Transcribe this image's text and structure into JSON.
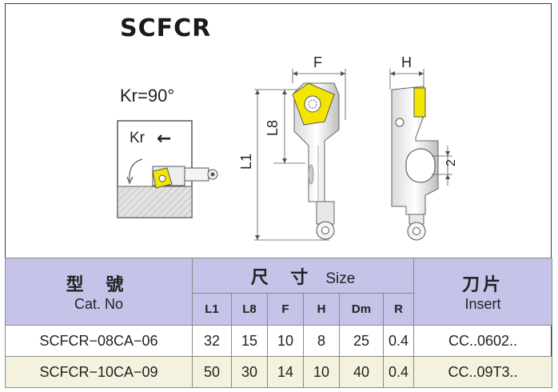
{
  "title": "SCFCR",
  "kr_angle": "Kr=90°",
  "diagram": {
    "kr_label": "Kr",
    "kr_arrow": "←",
    "dim_f": "F",
    "dim_h": "H",
    "dim_l1": "L1",
    "dim_l8": "L8",
    "dim_2": "2"
  },
  "table": {
    "col_model_cn": "型 號",
    "col_model_en": "Cat. No",
    "col_size_cn": "尺 寸",
    "col_size_en": "Size",
    "col_insert_cn": "刀片",
    "col_insert_en": "Insert",
    "size_columns": [
      "L1",
      "L8",
      "F",
      "H",
      "Dm",
      "R"
    ],
    "rows": [
      {
        "cat": "SCFCR−08CA−06",
        "L1": "32",
        "L8": "15",
        "F": "10",
        "H": "8",
        "Dm": "25",
        "R": "0.4",
        "insert": "CC..0602.."
      },
      {
        "cat": "SCFCR−10CA−09",
        "L1": "50",
        "L8": "30",
        "F": "14",
        "H": "10",
        "Dm": "40",
        "R": "0.4",
        "insert": "CC..09T3.."
      }
    ]
  },
  "colors": {
    "header_bg": "#c5c3e8",
    "row_highlight": "#f4f1de",
    "insert_yellow": "#f2e600",
    "workpiece": "#e2e2e2"
  }
}
